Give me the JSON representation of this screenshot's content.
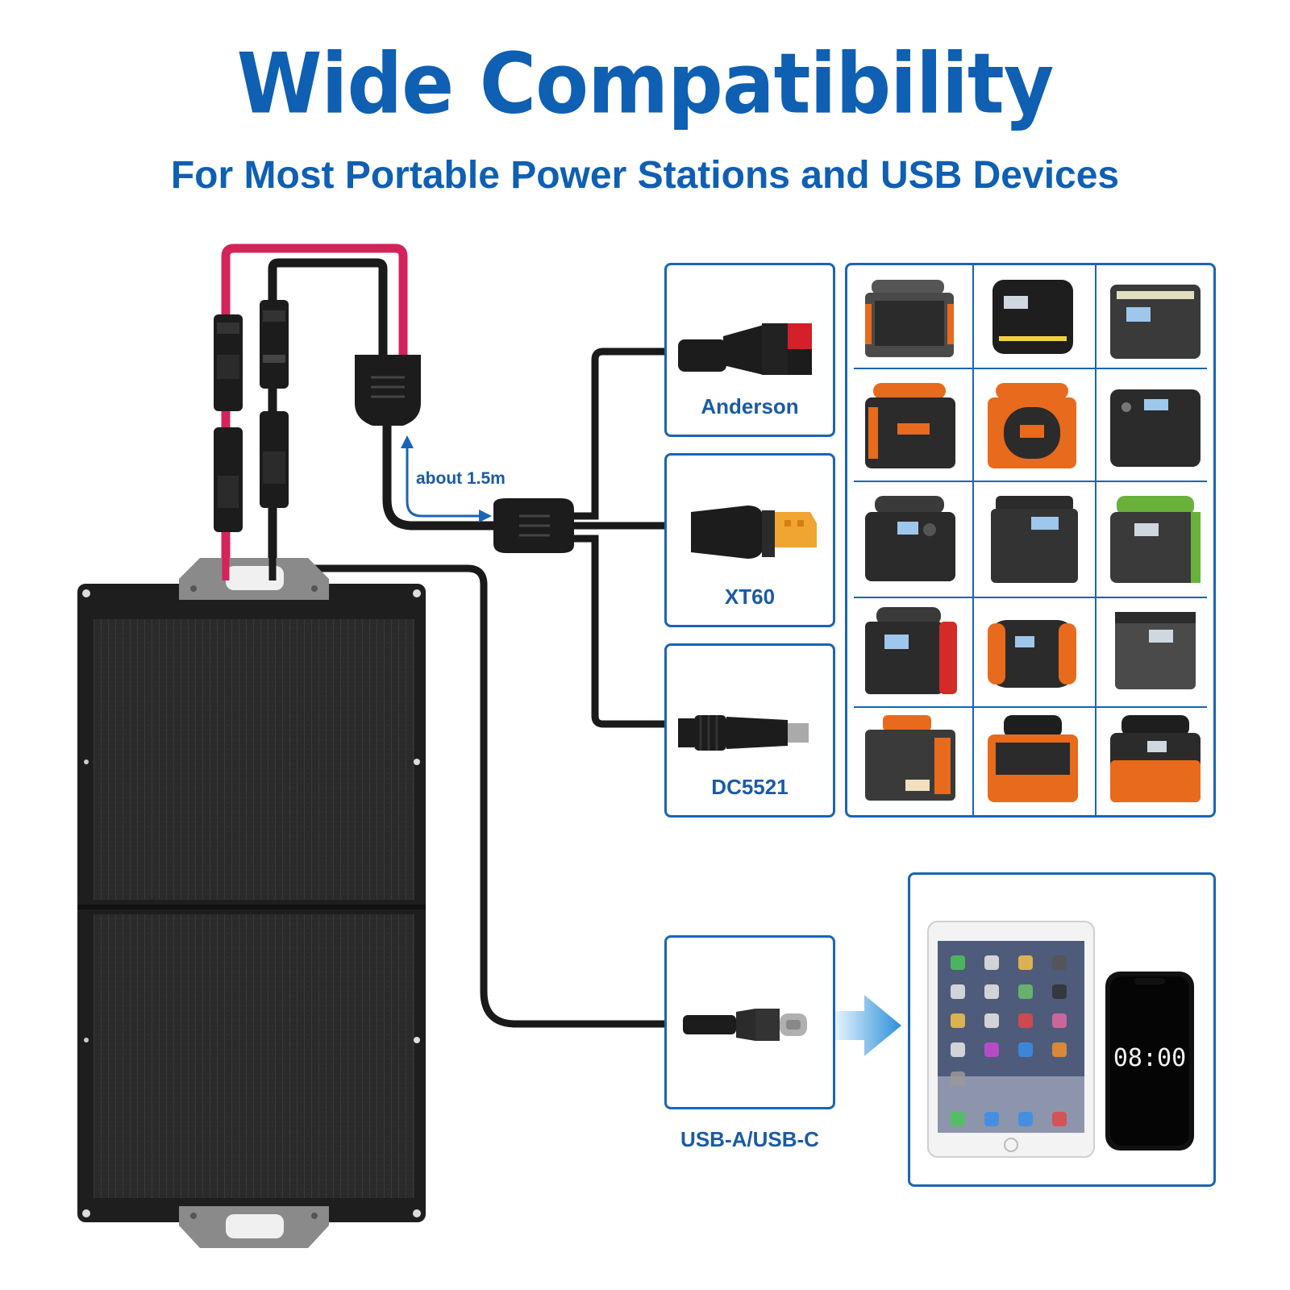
{
  "header": {
    "title": "Wide Compatibility",
    "subtitle": "For Most Portable Power Stations and USB Devices"
  },
  "cable": {
    "length_label": "about 1.5m"
  },
  "connectors": [
    {
      "label": "Anderson"
    },
    {
      "label": "XT60"
    },
    {
      "label": "DC5521"
    }
  ],
  "usb": {
    "label": "USB-A/USB-C"
  },
  "phone": {
    "time": "08:00"
  },
  "colors": {
    "accent": "#0f5fb3",
    "box_border": "#1a64b6",
    "red_cable": "#d4235a",
    "cable": "#1a1a1a",
    "panel": "#262626"
  }
}
